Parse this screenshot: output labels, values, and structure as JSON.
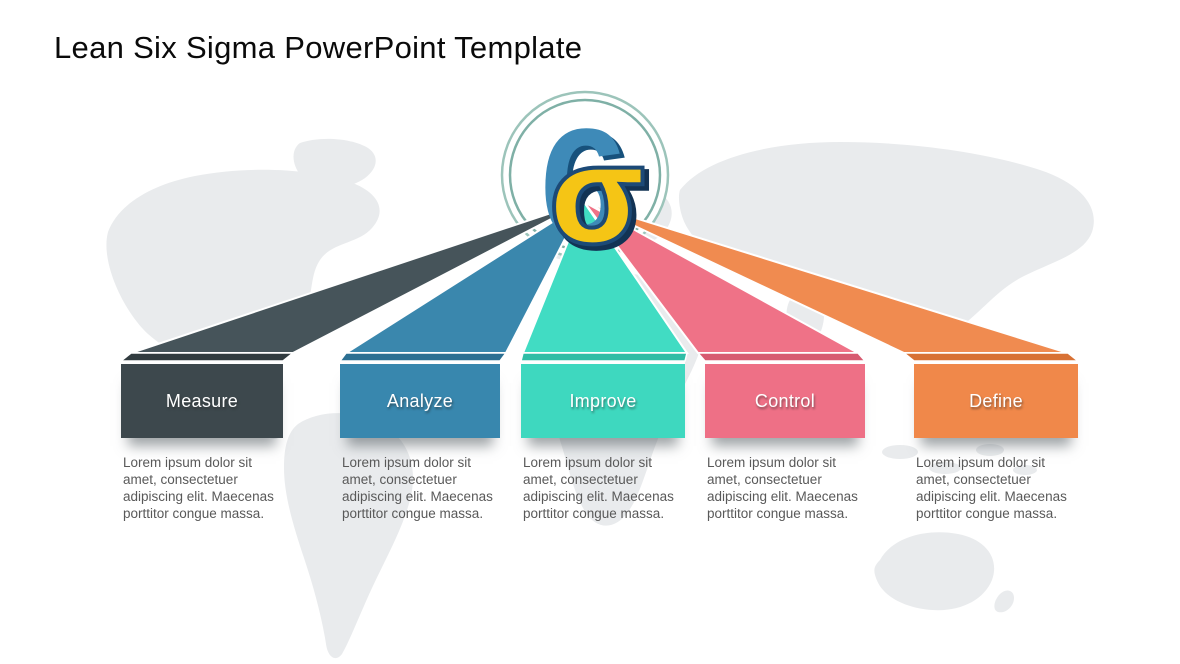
{
  "title": "Lean Six Sigma PowerPoint Template",
  "logo": {
    "six": "6",
    "sigma": "σ",
    "six_color": "#3e8ab8",
    "six_shadow_color": "#17517c",
    "sigma_color": "#f5c515",
    "sigma_outline_color": "#1c4a77",
    "sigma_shadow_color": "#123354",
    "ring_outer_color": "#9cc4ba",
    "ring_inner_color": "#7fb0a6"
  },
  "colors": {
    "canvas_background": "#ffffff",
    "world_map": "#e9ebed",
    "title_text": "#0a0a0a",
    "body_text": "#595959",
    "box_label_text": "#ffffff"
  },
  "steps": [
    {
      "label": "Measure",
      "color": "#3d484d",
      "bevel_color": "#313b3f",
      "ray_color": "#46545a",
      "description": "Lorem ipsum dolor sit amet, consectetuer adipiscing elit. Maecenas porttitor congue massa."
    },
    {
      "label": "Analyze",
      "color": "#3887ae",
      "bevel_color": "#2c6f92",
      "ray_color": "#3a87ad",
      "description": "Lorem ipsum dolor sit amet, consectetuer adipiscing elit. Maecenas porttitor congue massa."
    },
    {
      "label": "Improve",
      "color": "#3ed8bf",
      "bevel_color": "#2fbda6",
      "ray_color": "#41dcc3",
      "description": "Lorem ipsum dolor sit amet, consectetuer adipiscing elit. Maecenas porttitor congue massa."
    },
    {
      "label": "Control",
      "color": "#ee7086",
      "bevel_color": "#d75a70",
      "ray_color": "#ef7287",
      "description": "Lorem ipsum dolor sit amet, consectetuer adipiscing elit. Maecenas porttitor congue massa."
    },
    {
      "label": "Define",
      "color": "#f0884a",
      "bevel_color": "#d87134",
      "ray_color": "#f08b50",
      "description": "Lorem ipsum dolor sit amet, consectetuer adipiscing elit. Maecenas porttitor congue massa."
    }
  ]
}
